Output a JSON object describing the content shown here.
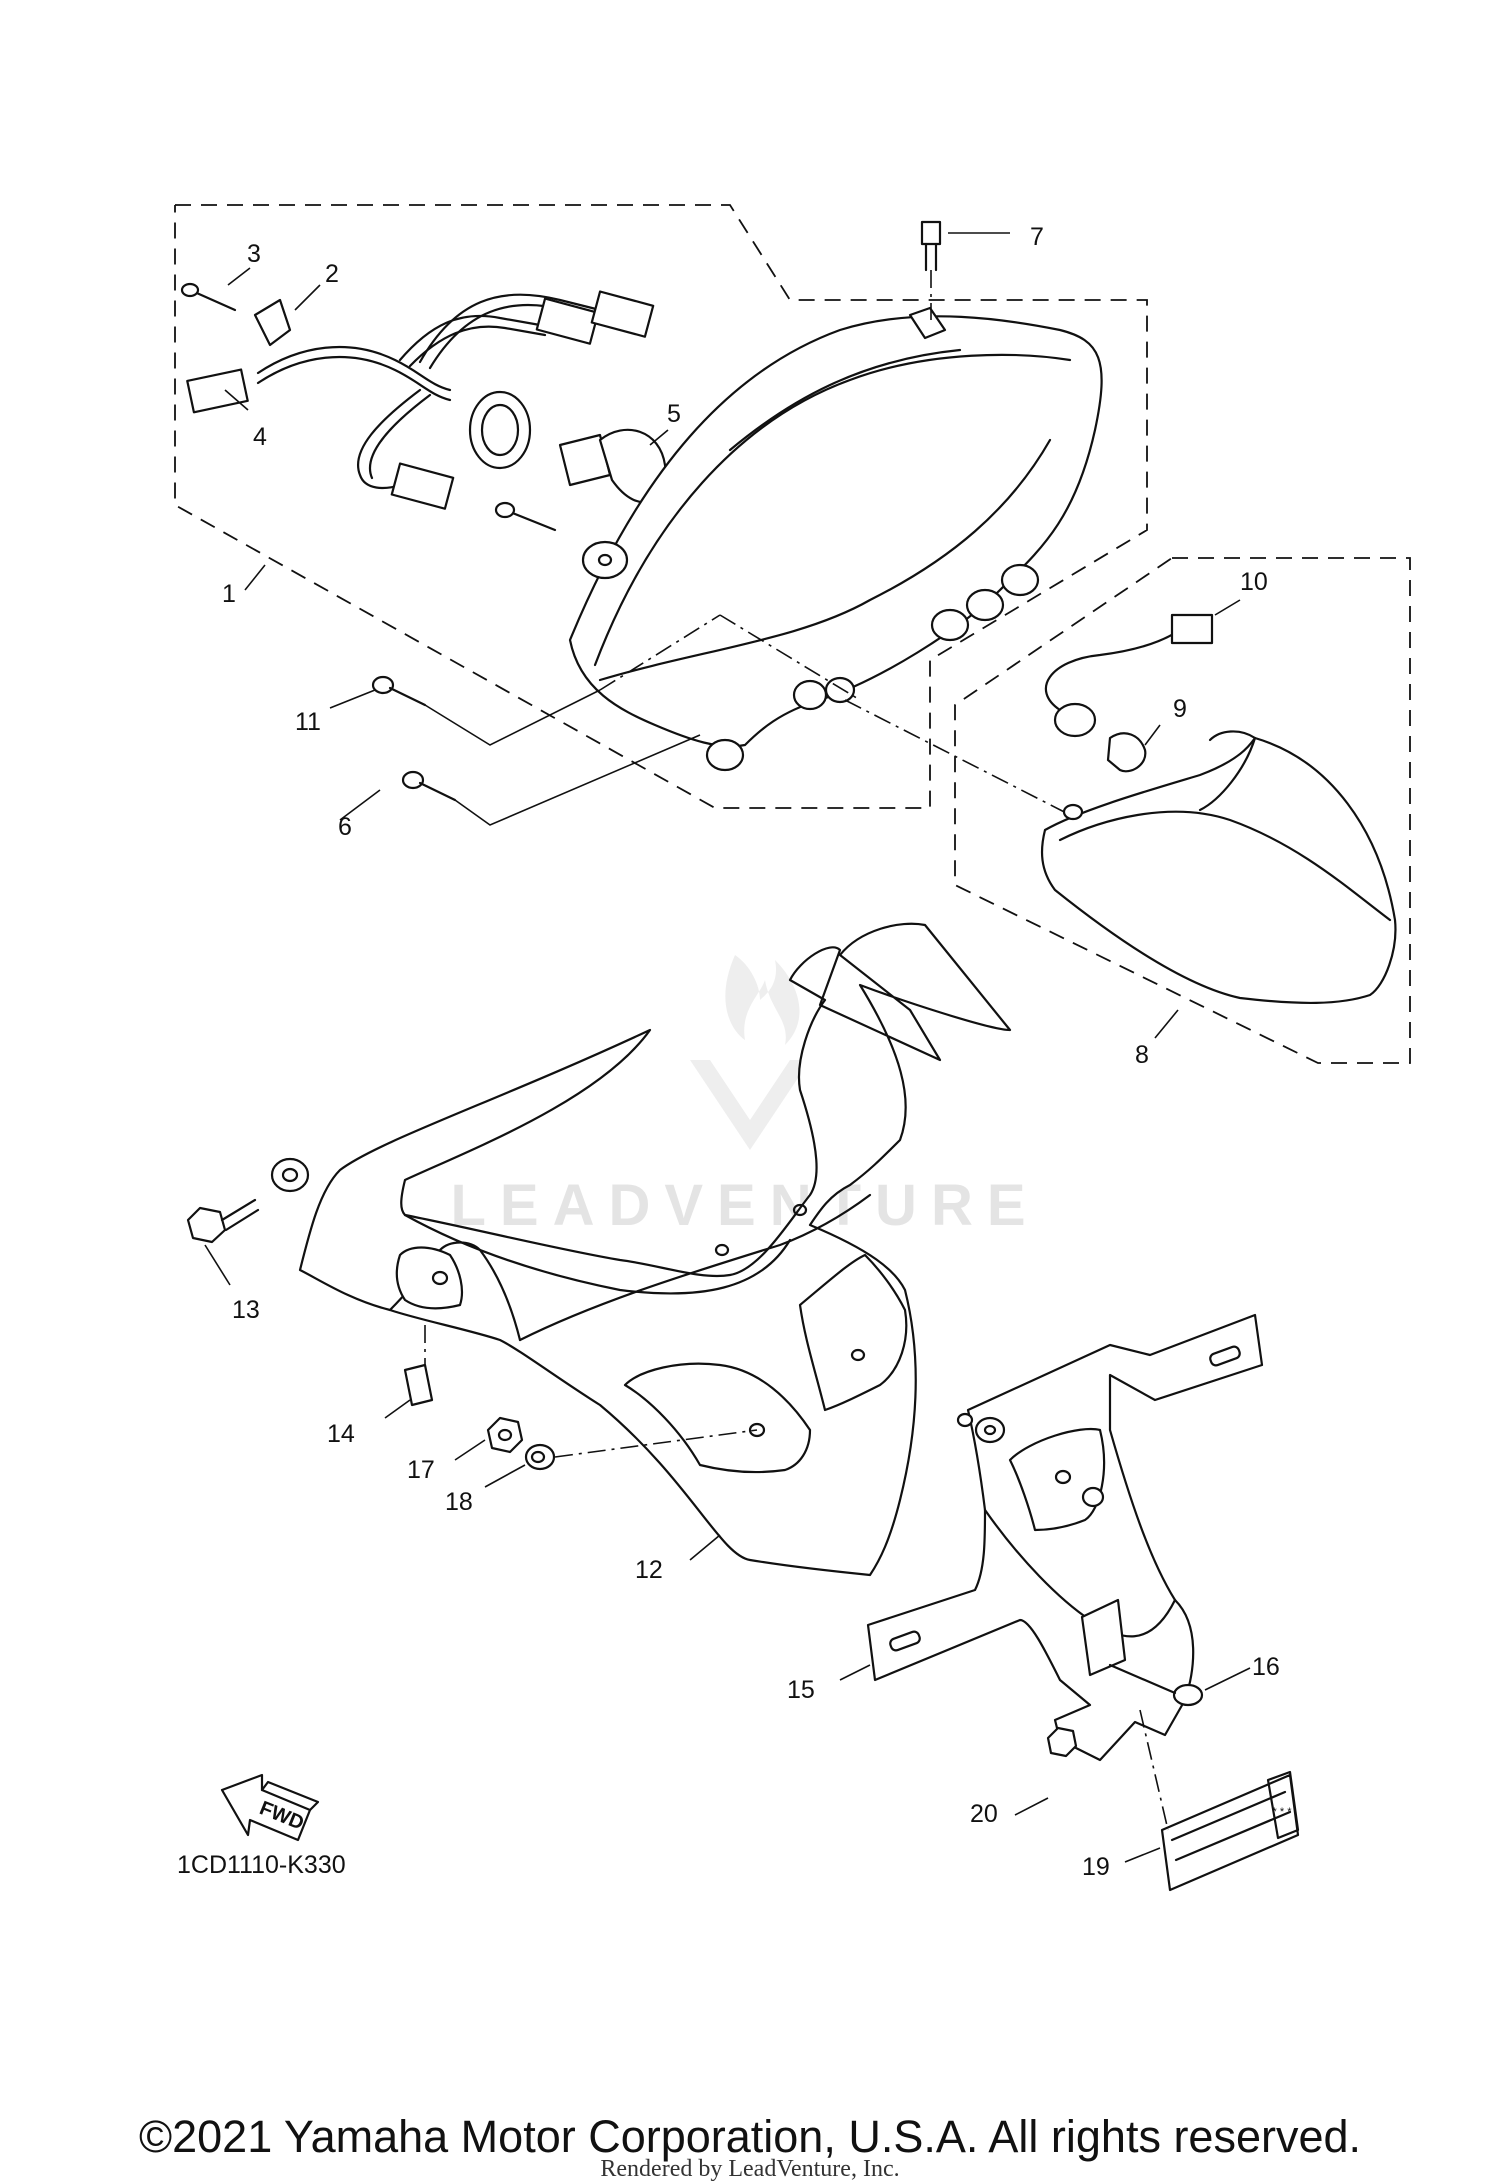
{
  "diagram": {
    "callouts": {
      "c1": "1",
      "c2": "2",
      "c3": "3",
      "c4": "4",
      "c5": "5",
      "c6": "6",
      "c7": "7",
      "c8": "8",
      "c9": "9",
      "c10": "10",
      "c11": "11",
      "c12": "12",
      "c13": "13",
      "c14": "14",
      "c15": "15",
      "c16": "16",
      "c17": "17",
      "c18": "18",
      "c19": "19",
      "c20": "20"
    },
    "fwd_label": "FWD",
    "part_code": "1CD1110-K330",
    "watermark": "LEADVENTURE",
    "copyright": "©2021 Yamaha Motor Corporation, U.S.A. All rights reserved.",
    "rendered_by": "Rendered by LeadVenture, Inc."
  }
}
